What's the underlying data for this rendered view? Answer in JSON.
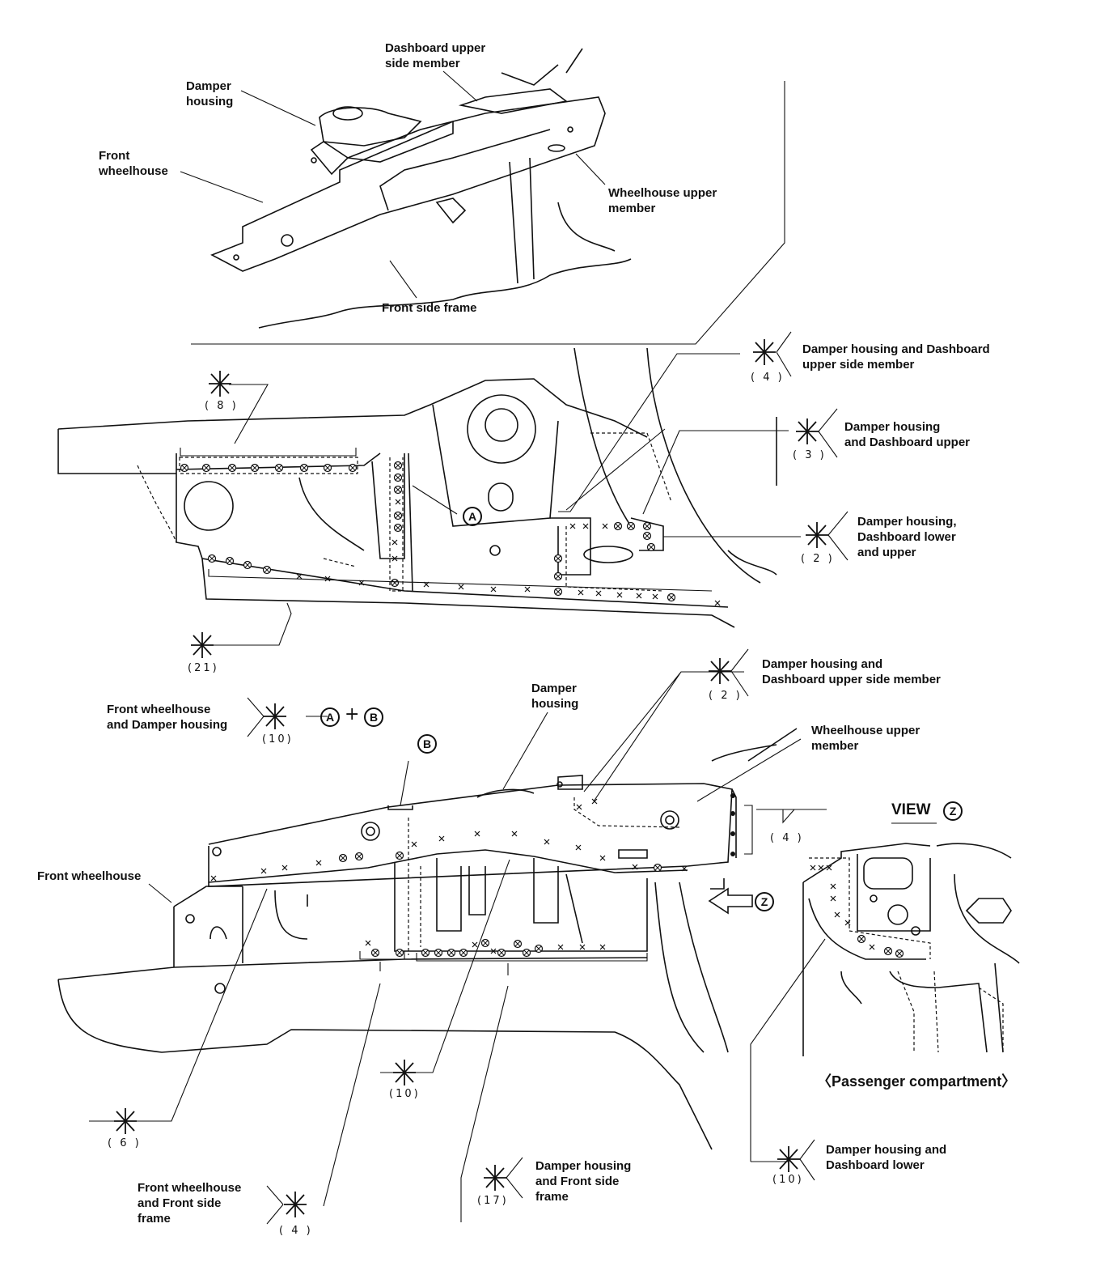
{
  "top_view": {
    "labels": {
      "dashboard_upper_side_member": "Dashboard upper\nside member",
      "damper_housing": "Damper\nhousing",
      "front_wheelhouse": "Front\nwheelhouse",
      "wheelhouse_upper_member": "Wheelhouse upper\nmember",
      "front_side_frame": "Front side frame"
    }
  },
  "middle_view": {
    "callouts": [
      {
        "id": "c8",
        "count": "( 8 )"
      },
      {
        "id": "c4",
        "count": "( 4 )",
        "text": "Damper housing and Dashboard\nupper side member"
      },
      {
        "id": "c3",
        "count": "( 3 )",
        "text": "Damper housing\nand Dashboard upper"
      },
      {
        "id": "c2",
        "count": "( 2 )",
        "text": "Damper housing,\nDashboard lower\nand upper"
      },
      {
        "id": "c21",
        "count": "(21)"
      }
    ],
    "marker_a": "A"
  },
  "bottom_view": {
    "callouts": [
      {
        "id": "c2b",
        "count": "( 2 )",
        "text": "Damper housing and\nDashboard upper side member"
      },
      {
        "id": "c10a",
        "count": "(10)",
        "text": "Front wheelhouse\nand Damper housing"
      },
      {
        "id": "c4b",
        "count": "( 4 )"
      },
      {
        "id": "c6",
        "count": "( 6 )"
      },
      {
        "id": "c10b",
        "count": "(10)"
      },
      {
        "id": "c4c",
        "count": "( 4 )",
        "text": "Front wheelhouse\nand Front side\nframe"
      },
      {
        "id": "c17",
        "count": "(17)",
        "text": "Damper housing\nand Front side\nframe"
      },
      {
        "id": "c10c",
        "count": "(10)",
        "text": "Damper housing and\nDashboard lower"
      }
    ],
    "labels": {
      "damper_housing": "Damper\nhousing",
      "wheelhouse_upper_member": "Wheelhouse upper\nmember",
      "front_wheelhouse": "Front wheelhouse"
    },
    "marker_a": "A",
    "marker_b": "B",
    "marker_z": "Z",
    "view_title_prefix": "VIEW",
    "passenger_compartment": "〈Passenger compartment〉"
  }
}
